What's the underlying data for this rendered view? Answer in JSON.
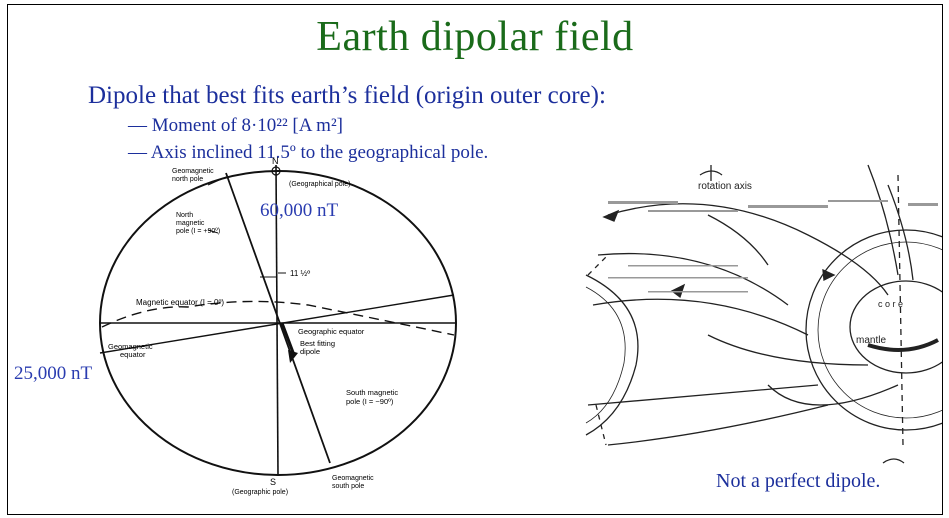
{
  "slide": {
    "title": "Earth dipolar field",
    "subtitle": "Dipole that best fits earth’s field (origin outer core):",
    "bullets": [
      "— Moment of 8·10²² [A m²]",
      "— Axis inclined 11.5º to the geographical pole."
    ],
    "label_top": "60,000 nT",
    "label_left": "25,000 nT",
    "caption": "Not a perfect dipole."
  },
  "left_diagram": {
    "n": "N",
    "s": "S",
    "geomagnetic_north_1": "Geomagnetic",
    "geomagnetic_north_2": "north pole",
    "geographical_pole_top": "(Geographical pole)",
    "north_magnetic_1": "North",
    "north_magnetic_2": "magnetic",
    "north_magnetic_3": "pole (I = +90º)",
    "angle": "11 ½º",
    "magnetic_equator": "Magnetic equator (I = 0º)",
    "geographic_equator": "Geographic equator",
    "geomagnetic_equator_1": "Geomagnetic",
    "geomagnetic_equator_2": "equator",
    "best_fitting_1": "Best fitting",
    "best_fitting_2": "dipole",
    "south_magnetic_1": "South magnetic",
    "south_magnetic_2": "pole (I = −90º)",
    "geographic_pole_bottom": "(Geographic pole)",
    "geomagnetic_south_1": "Geomagnetic",
    "geomagnetic_south_2": "south pole"
  },
  "right_diagram": {
    "rotation_axis": "rotation axis",
    "core": "c o r e",
    "mantle": "mantle"
  }
}
